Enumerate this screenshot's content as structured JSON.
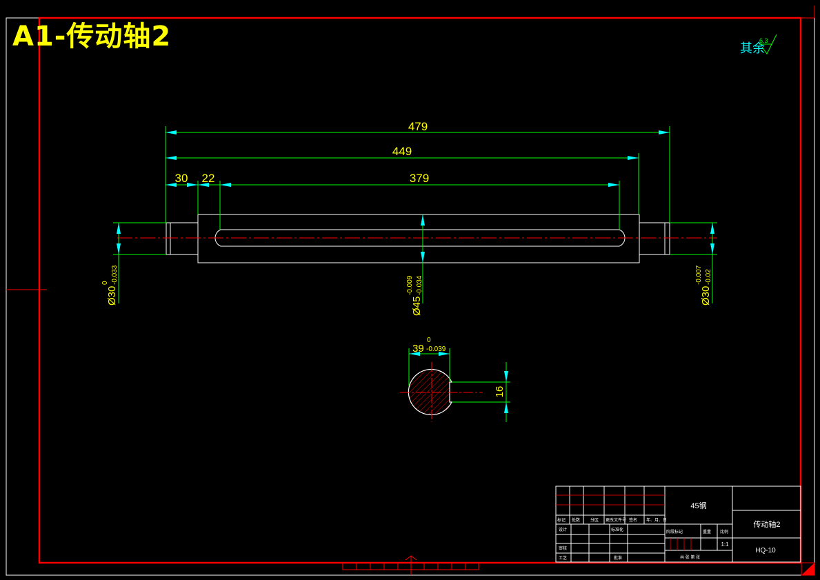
{
  "drawing_title": "A1-传动轴2",
  "roughness_note": {
    "label": "其余",
    "value": "6.3"
  },
  "dimensions": {
    "overall_length": "479",
    "length_2": "449",
    "left_seg": "30",
    "left_seg_2": "22",
    "keyway_length": "379",
    "dia_left": "Ø30",
    "dia_left_upper": "0",
    "dia_left_lower": "-0.033",
    "dia_mid": "Ø45",
    "dia_mid_upper": "-0.009",
    "dia_mid_lower": "-0.034",
    "dia_right": "Ø30",
    "dia_right_upper": "-0.007",
    "dia_right_lower": "-0.02",
    "section_depth": "39",
    "section_depth_upper": "0",
    "section_depth_lower": "-0.039",
    "key_width": "16"
  },
  "title_block": {
    "material": "45钢",
    "part_name": "传动轴2",
    "drawing_no": "HQ-10",
    "scale": "1:1",
    "col_labels": [
      "标记",
      "处数",
      "分区",
      "更改文件号",
      "签名",
      "年、月、日"
    ],
    "design": "设计",
    "standardize": "标准化",
    "review": "审核",
    "process": "工艺",
    "approve": "批准",
    "stage_mark": "阶段标记",
    "weight": "重量",
    "ratio": "比例",
    "sheets": "共  张  第  张"
  },
  "colors": {
    "frame": "#ff0000",
    "outline": "#ffffff",
    "dimension": "#00ff00",
    "arrow": "#00ffff",
    "text": "#ffff00",
    "centerline": "#ff0000"
  }
}
